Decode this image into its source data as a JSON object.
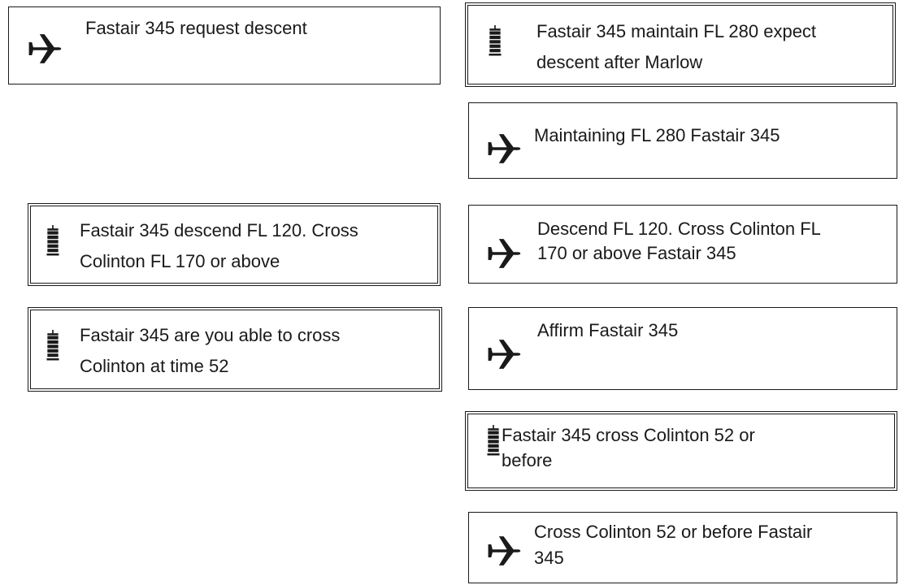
{
  "messages": [
    {
      "id": "m1",
      "speaker": "pilot",
      "icon": "airplane-icon",
      "lines": [
        "Fastair 345 request descent"
      ]
    },
    {
      "id": "m2",
      "speaker": "atc",
      "icon": "control-tower-icon",
      "lines": [
        "Fastair 345 maintain FL 280 expect",
        "descent after Marlow"
      ]
    },
    {
      "id": "m3",
      "speaker": "pilot",
      "icon": "airplane-icon",
      "lines": [
        "Maintaining FL 280 Fastair 345"
      ]
    },
    {
      "id": "m4",
      "speaker": "atc",
      "icon": "control-tower-icon",
      "lines": [
        " Fastair 345 descend FL 120. Cross",
        "Colinton FL 170 or above"
      ]
    },
    {
      "id": "m5",
      "speaker": "pilot",
      "icon": "airplane-icon",
      "lines": [
        "Descend FL 120. Cross Colinton FL",
        "170 or above Fastair 345"
      ]
    },
    {
      "id": "m6",
      "speaker": "atc",
      "icon": "control-tower-icon",
      "lines": [
        " Fastair 345 are you able to cross",
        "Colinton at time 52"
      ]
    },
    {
      "id": "m7",
      "speaker": "pilot",
      "icon": "airplane-icon",
      "lines": [
        "Affirm Fastair 345"
      ]
    },
    {
      "id": "m8",
      "speaker": "atc",
      "icon": "control-tower-icon",
      "lines": [
        "Fastair 345 cross Colinton 52 or",
        "before"
      ]
    },
    {
      "id": "m9",
      "speaker": "pilot",
      "icon": "airplane-icon",
      "lines": [
        "Cross Colinton 52 or before Fastair",
        "345"
      ]
    }
  ]
}
